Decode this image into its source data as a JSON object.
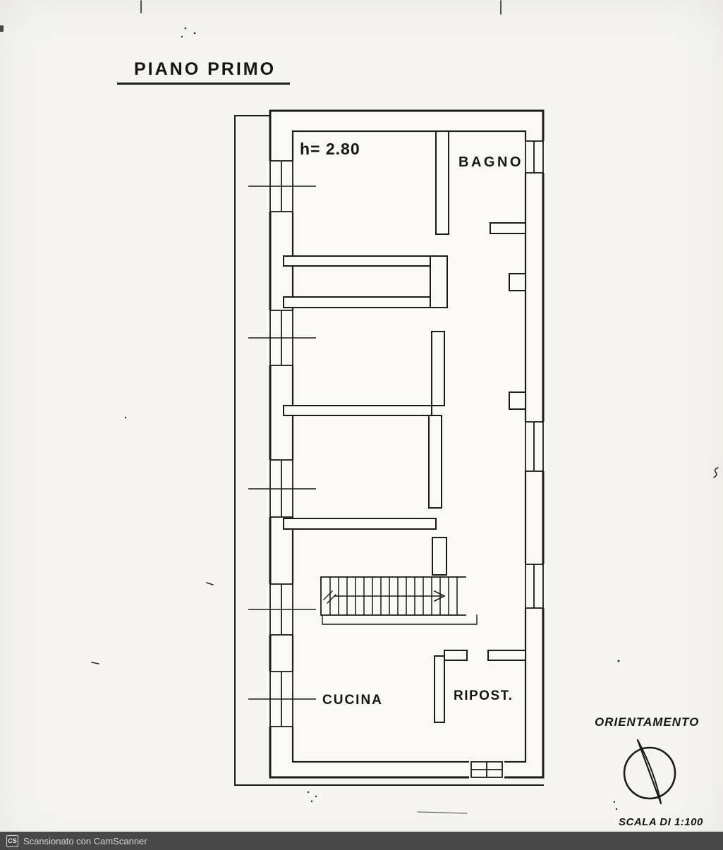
{
  "page": {
    "background": "#f6f5f2",
    "ink_color": "#1b1b1b",
    "document_type": "scanned floor plan"
  },
  "title": {
    "text": "PIANO PRIMO"
  },
  "plan": {
    "height_note": "h= 2.80",
    "room_labels": {
      "bagno": "BAGNO",
      "cucina": "CUCINA",
      "ripost": "RIPOST."
    },
    "features": [
      "exterior-walls-with-window-symbols",
      "interior-partitions",
      "staircase-with-direction-arrow"
    ]
  },
  "orientation": {
    "title": "ORIENTAMENTO",
    "icon": "compass-circle-with-needle-icon"
  },
  "scale_note": {
    "text": "SCALA DI 1:100"
  },
  "footer": {
    "logo": "CS",
    "text": "Scansionato con CamScanner",
    "bar_color": "#484848"
  }
}
